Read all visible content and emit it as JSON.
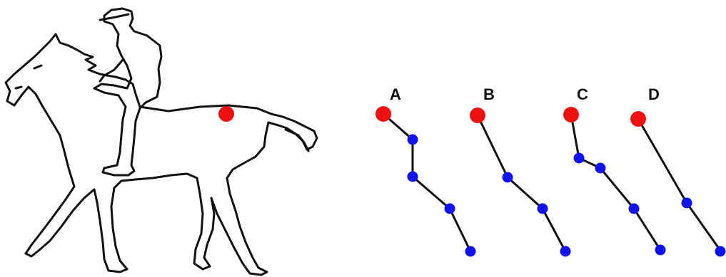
{
  "colors": {
    "outline": "#111111",
    "marker": "#ee1111",
    "joint": "#1111ee",
    "background": "#ffffff"
  },
  "figure": {
    "subject": "horse-and-rider-outline",
    "marker_color": "red"
  },
  "options": [
    {
      "label": "A",
      "segments": 4
    },
    {
      "label": "B",
      "segments": 3
    },
    {
      "label": "C",
      "segments": 4
    },
    {
      "label": "D",
      "segments": 2
    }
  ]
}
